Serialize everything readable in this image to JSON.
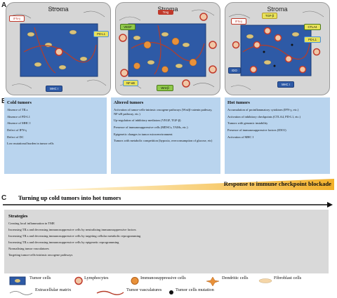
{
  "sections": {
    "a": "A",
    "b": "B",
    "c": "C"
  },
  "panels": [
    {
      "stroma": "Stroma",
      "labels": {
        "ifn": "IFN-γ",
        "pdl1": "PD-L1",
        "mhc": "MHC I"
      }
    },
    {
      "stroma": "Stroma",
      "labels": {
        "vegf": "VEGF",
        "treg": "Treg",
        "nfkb": "NF-κB",
        "wnt": "Wnt-β"
      }
    },
    {
      "stroma": "Stroma",
      "labels": {
        "tgf": "TGF-β",
        "ifn": "IFN-γ",
        "ctla4": "CTLA4",
        "pdl1": "PD-L1",
        "ido": "IDO",
        "mhc": "MHC I"
      }
    }
  ],
  "columns": [
    {
      "title": "Cold tumors",
      "items": [
        "Absence of TILs",
        "Absence of PD-L1",
        "Absence of MHC I",
        "Defect of IFN-γ",
        "Defect of DC",
        "Low mutational burden in tumor cells"
      ]
    },
    {
      "title": "Altered tumors",
      "items": [
        "Activation of tumor-cells-intrinsic oncogene pathways (Wnt/β-catenin pathway, NF-κB pathway, etc.)",
        "Up-regulation of inhibitory mediators (VEGF, TGF-β)",
        "Presence of immunosuppressive cells (MDSCs, TAMs, etc.)",
        "Epigenetic changes in tumor microenvironment",
        "Tumors with metabolic competition (hypoxia, overconsumption of glucose, etc)"
      ]
    },
    {
      "title": "Hot tumors",
      "items": [
        "Accumulation of proinflammatory cytokines (IFN-γ, etc.)",
        "Activation of inhibitory checkpoints (CTLA4, PD-L1, etc.)",
        "Tumors with genomic instability",
        "Presence of immunosuppressive factors (IDO1)",
        "Activation of MHC I"
      ]
    }
  ],
  "response_label": "Response to immune checkpoint blockade",
  "turning_label": "Turning up cold tumors into hot tumors",
  "strategies": {
    "title": "Strategies",
    "items": [
      "Creating local inflammation in TME",
      "Increasing TILs and decreasing immunosuppressive cells by neutralizing immunosuppressive factors",
      "Increasing TILs and decreasing immunosuppressive cells by targeting cellular metabolic reprogramming",
      "Increasing TILs and decreasing immunosuppressive cells by epigenetic reprogramming",
      "Normalising tumor vasculatures",
      "Targeting tumor-cells-intrinsic oncogene pathways"
    ]
  },
  "legend": {
    "tumor_cells": "Tumor cells",
    "lymphocytes": "Lymphocytes",
    "immunosuppressive_cells": "Immunosuppressive cells",
    "dendritic_cells": "Dendritic cells",
    "fibroblast_cells": "Fibroblast cells",
    "extracellular_matrix": "Extracellular matrix",
    "tumor_vasculatures": "Tumor vasculatures",
    "tumor_mutation": "Tumor cells mutation"
  },
  "colors": {
    "panel_bg": "#d6d6d6",
    "column_bg": "#b9d4ee",
    "strategy_bg": "#d9d9d9",
    "tumor": "#2e5aa6",
    "lymph": "#c0392b",
    "immuno": "#e8913a",
    "gradient_start": "#fff6dc",
    "gradient_end": "#f2b12c"
  }
}
